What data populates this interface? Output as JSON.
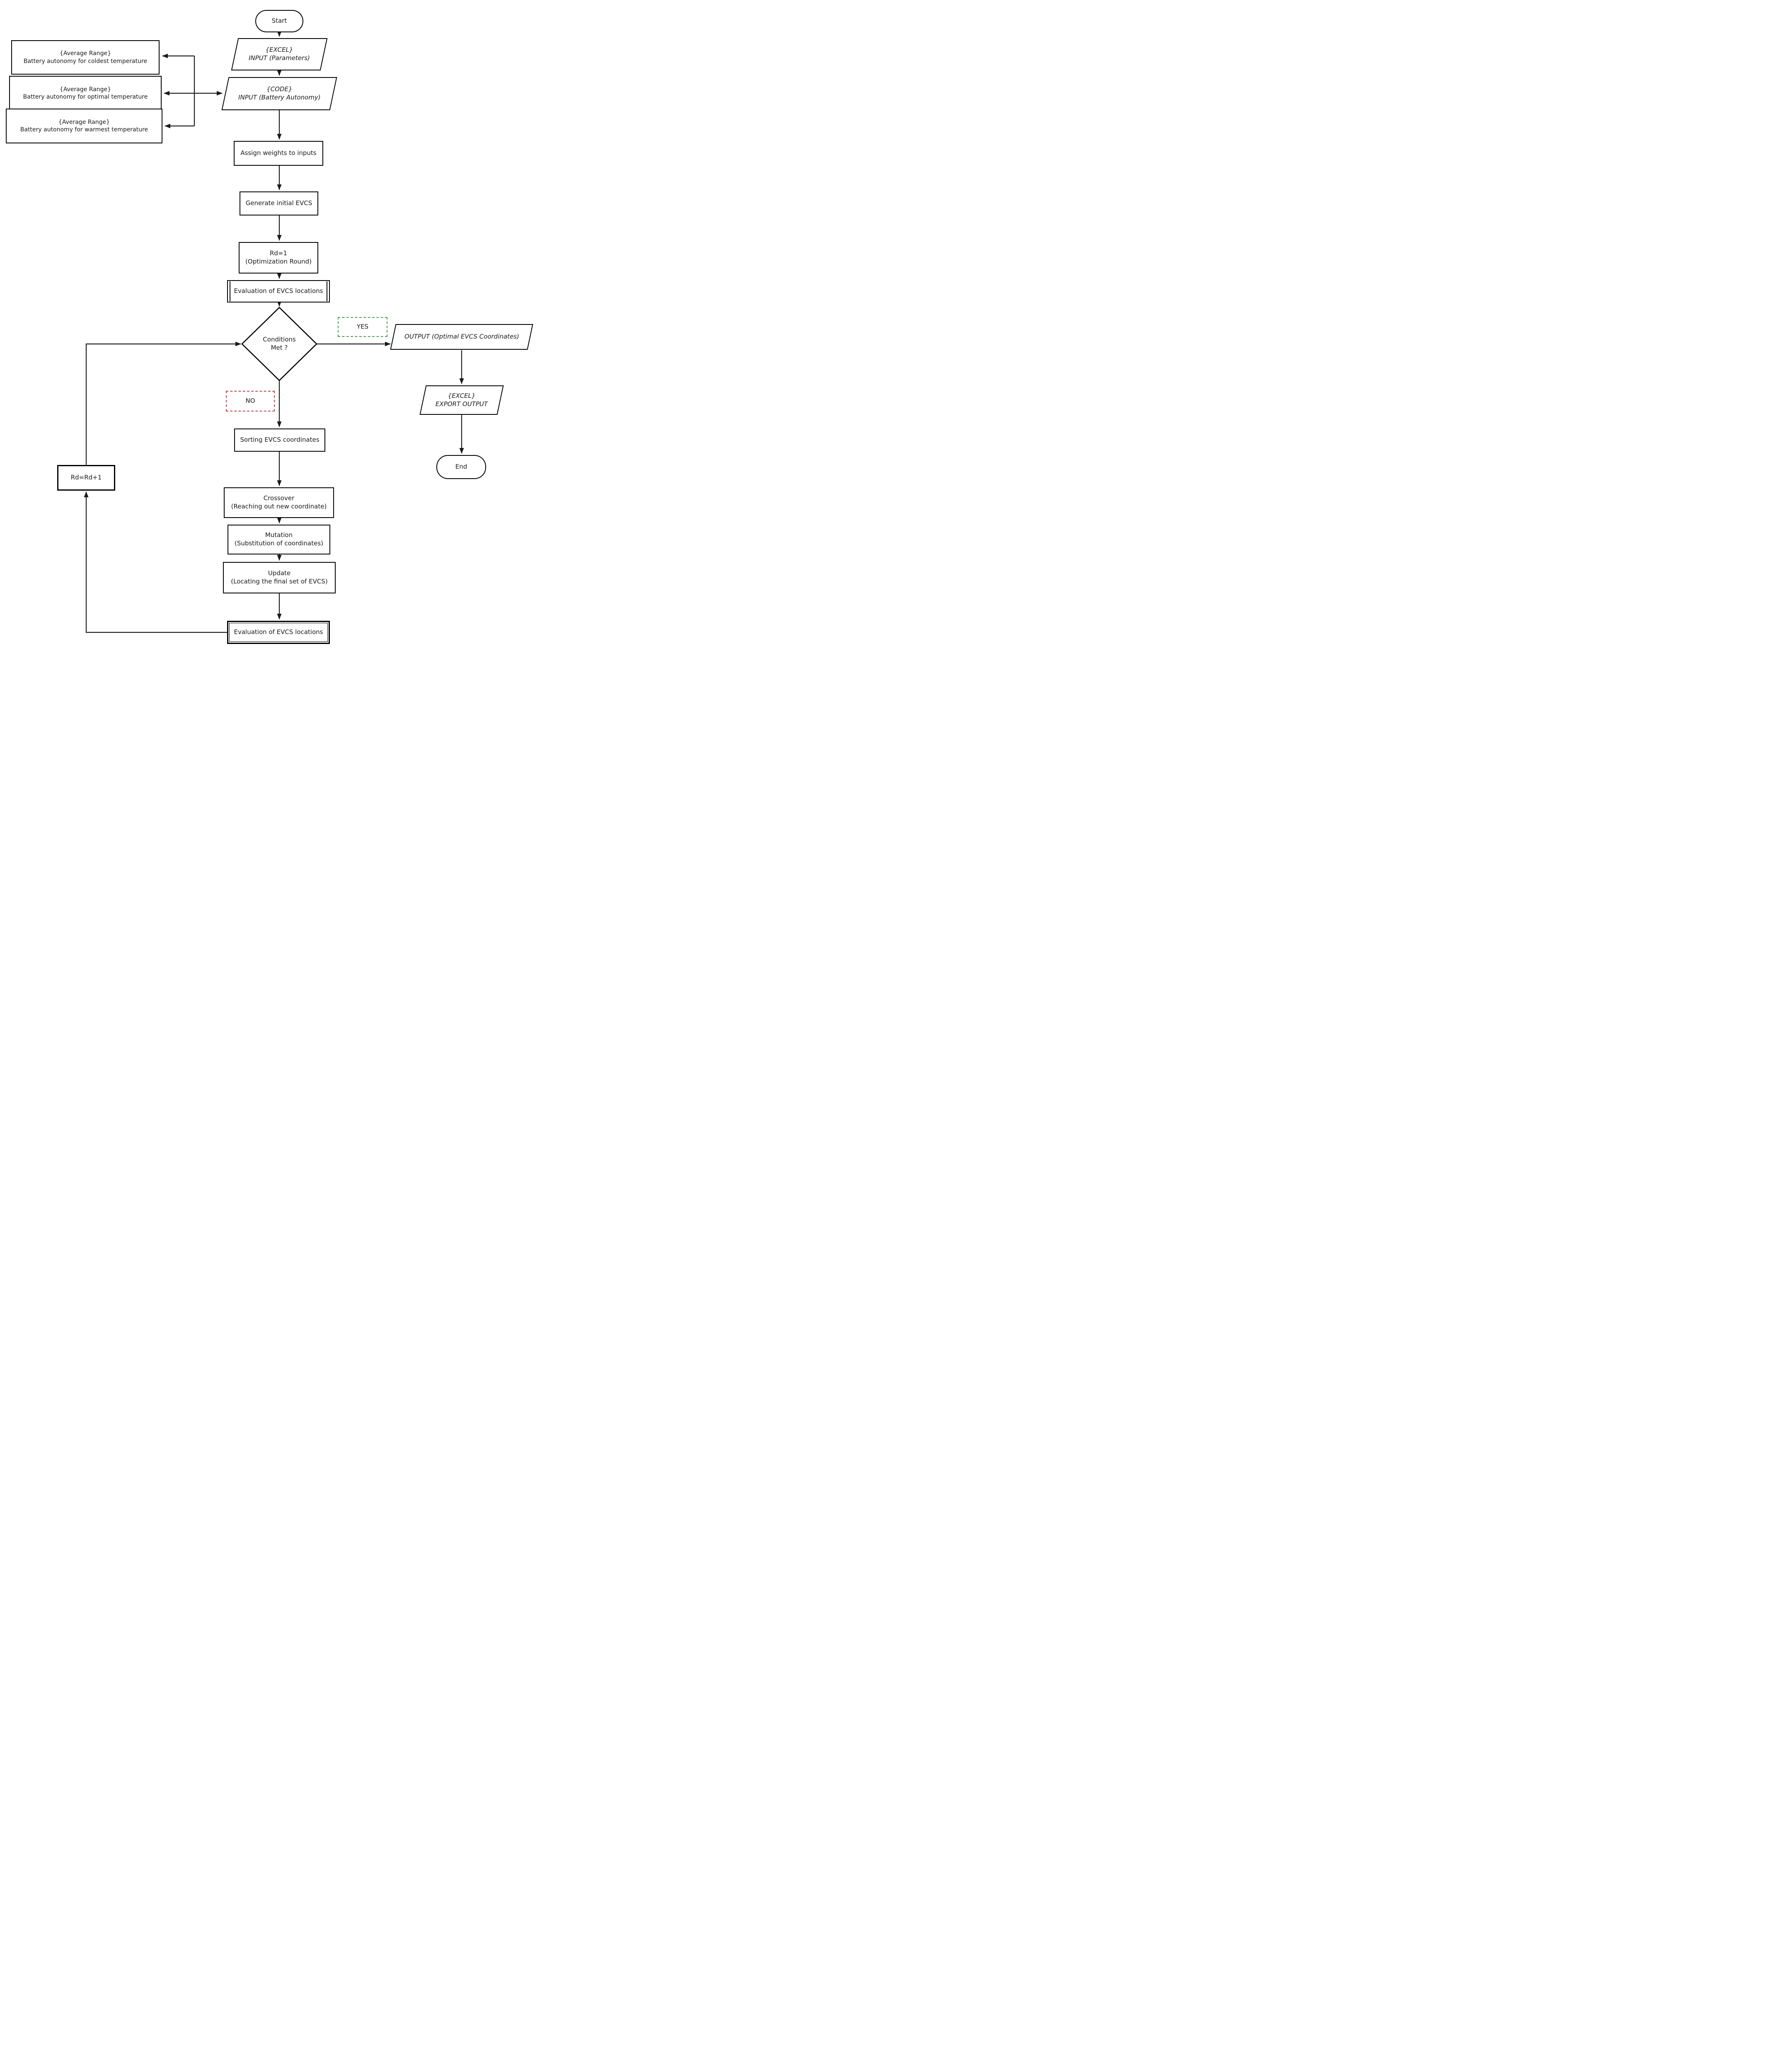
{
  "flowchart": {
    "description": "Genetic-algorithm EVCS location optimization flowchart",
    "nodes": {
      "start": {
        "label": "Start",
        "shape": "stadium"
      },
      "input_parameters": {
        "label": "{EXCEL}\nINPUT (Parameters)",
        "shape": "parallelogram"
      },
      "input_battery_autonomy": {
        "label": "{CODE}\nINPUT (Battery Autonomy)",
        "shape": "parallelogram"
      },
      "avg_range_coldest": {
        "label": "{Average Range}\nBattery autonomy for coldest temperature",
        "shape": "rectangle"
      },
      "avg_range_optimal": {
        "label": "{Average Range}\nBattery autonomy for optimal temperature",
        "shape": "rectangle"
      },
      "avg_range_warmest": {
        "label": "{Average Range}\nBattery autonomy for warmest temperature",
        "shape": "rectangle"
      },
      "assign_weights": {
        "label": "Assign weights to inputs",
        "shape": "rectangle"
      },
      "generate_initial_evcs": {
        "label": "Generate initial EVCS",
        "shape": "rectangle"
      },
      "optimization_round": {
        "label": "Rd=1\n(Optimization Round)",
        "shape": "rectangle"
      },
      "evaluation_1": {
        "label": "Evaluation of EVCS locations",
        "shape": "predefined-process"
      },
      "conditions_met": {
        "label": "Conditions\nMet ?",
        "shape": "diamond"
      },
      "yes_tag": {
        "label": "YES"
      },
      "no_tag": {
        "label": "NO"
      },
      "output_coordinates": {
        "label": "OUTPUT (Optimal EVCS Coordinates)",
        "shape": "parallelogram"
      },
      "export_output": {
        "label": "{EXCEL}\nEXPORT OUTPUT",
        "shape": "parallelogram"
      },
      "end": {
        "label": "End",
        "shape": "stadium"
      },
      "sorting": {
        "label": "Sorting EVCS coordinates",
        "shape": "rectangle"
      },
      "crossover": {
        "label": "Crossover\n(Reaching out new coordinate)",
        "shape": "rectangle"
      },
      "mutation": {
        "label": "Mutation\n(Substitution of coordinates)",
        "shape": "rectangle"
      },
      "update": {
        "label": "Update\n(Locating the final set of EVCS)",
        "shape": "rectangle"
      },
      "evaluation_2": {
        "label": "Evaluation of EVCS locations",
        "shape": "double-rectangle"
      },
      "increment_round": {
        "label": "Rd=Rd+1",
        "shape": "rectangle"
      }
    },
    "colors": {
      "line": "#1a1a1a",
      "node_border": "#000000",
      "yes_border": "#4e9a4e",
      "no_border": "#b04a4a",
      "text": "#1a1a1a",
      "background": "#ffffff"
    }
  }
}
